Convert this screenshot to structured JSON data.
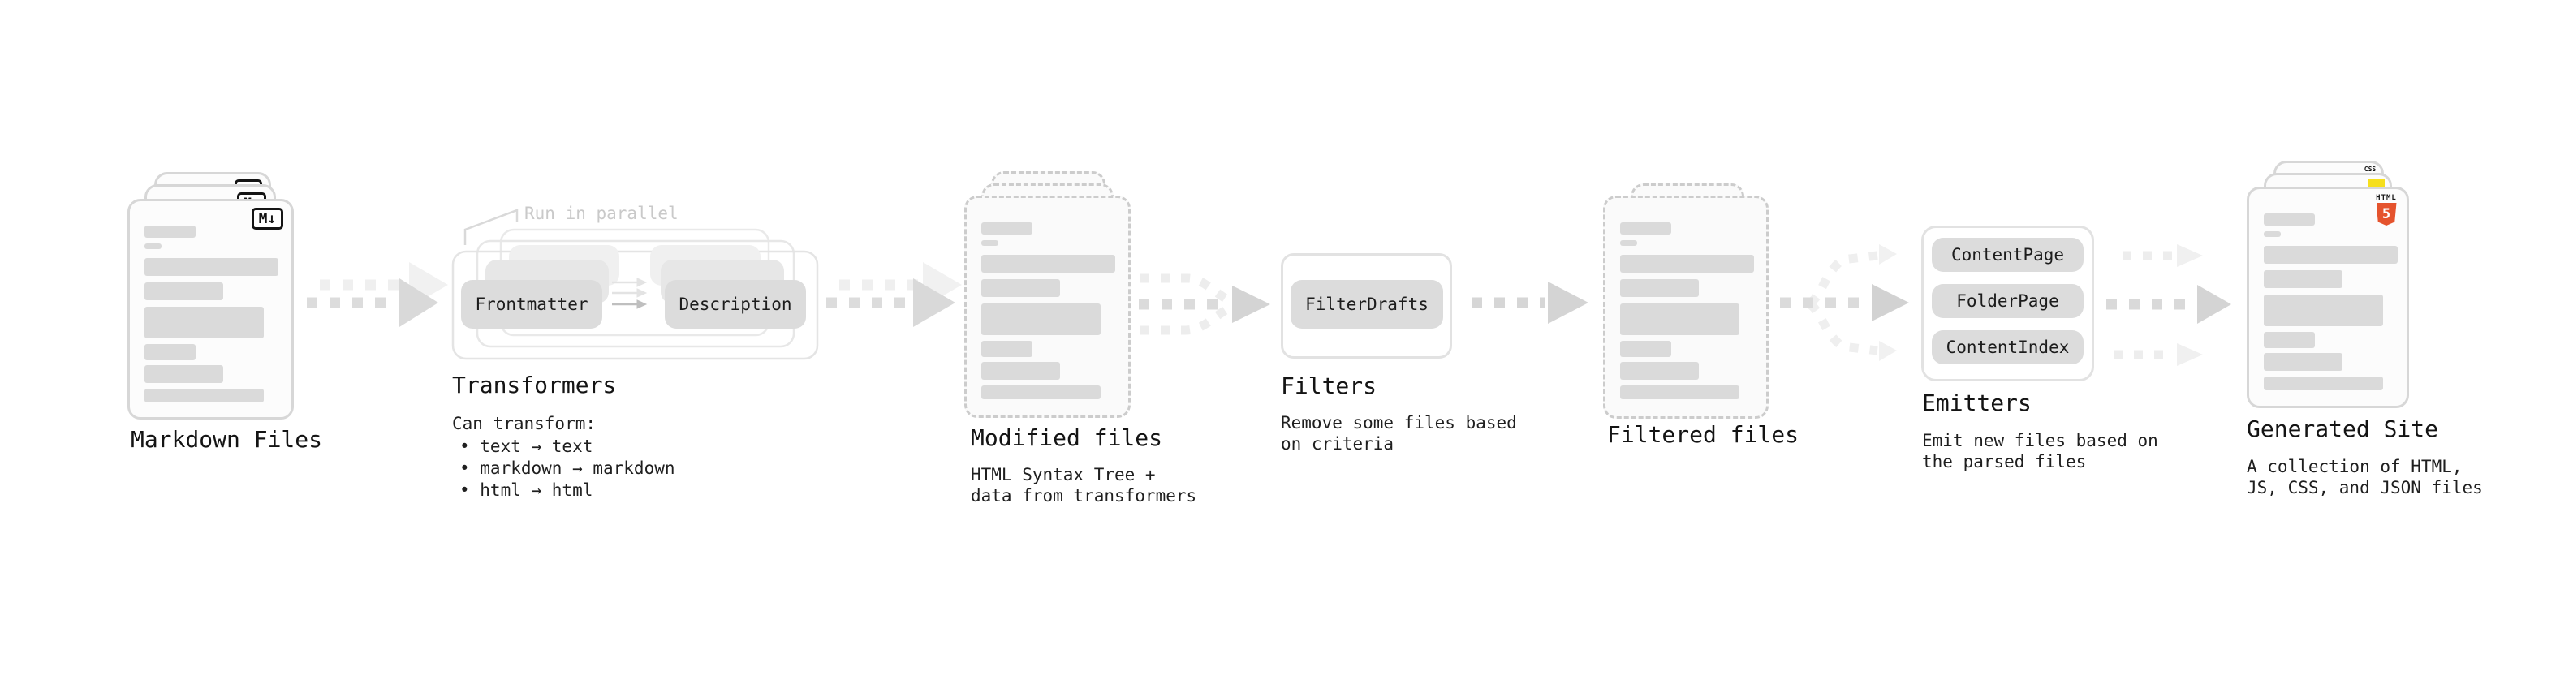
{
  "stages": {
    "markdown_files": {
      "label": "Markdown Files",
      "file_icon": "M↓"
    },
    "transformers": {
      "label": "Transformers",
      "note": "Run in parallel",
      "buttons": [
        "Frontmatter",
        "Description"
      ],
      "intro": "Can transform:",
      "bullets": [
        "• text → text",
        "• markdown → markdown",
        "• html → html"
      ]
    },
    "modified_files": {
      "label": "Modified files",
      "description": "HTML Syntax Tree +\ndata from transformers"
    },
    "filters": {
      "label": "Filters",
      "buttons": [
        "FilterDrafts"
      ],
      "description": "Remove some files based\non criteria"
    },
    "filtered_files": {
      "label": "Filtered files"
    },
    "emitters": {
      "label": "Emitters",
      "buttons": [
        "ContentPage",
        "FolderPage",
        "ContentIndex"
      ],
      "description": "Emit new files based on\nthe parsed files"
    },
    "generated_site": {
      "label": "Generated Site",
      "description": "A collection of HTML,\nJS, CSS, and JSON files",
      "html5_icon": {
        "wordmark": "HTML",
        "numeral": "5"
      },
      "css_icon": "CSS"
    }
  },
  "colors": {
    "html5_orange": "#e5532d",
    "js_yellow": "#f6df1d",
    "css_blue": "#2760e6",
    "button_gray": "#dcdcdc",
    "arrow_gray": "#d9d9d9",
    "ghost_arrow_gray": "#eeeeee"
  }
}
